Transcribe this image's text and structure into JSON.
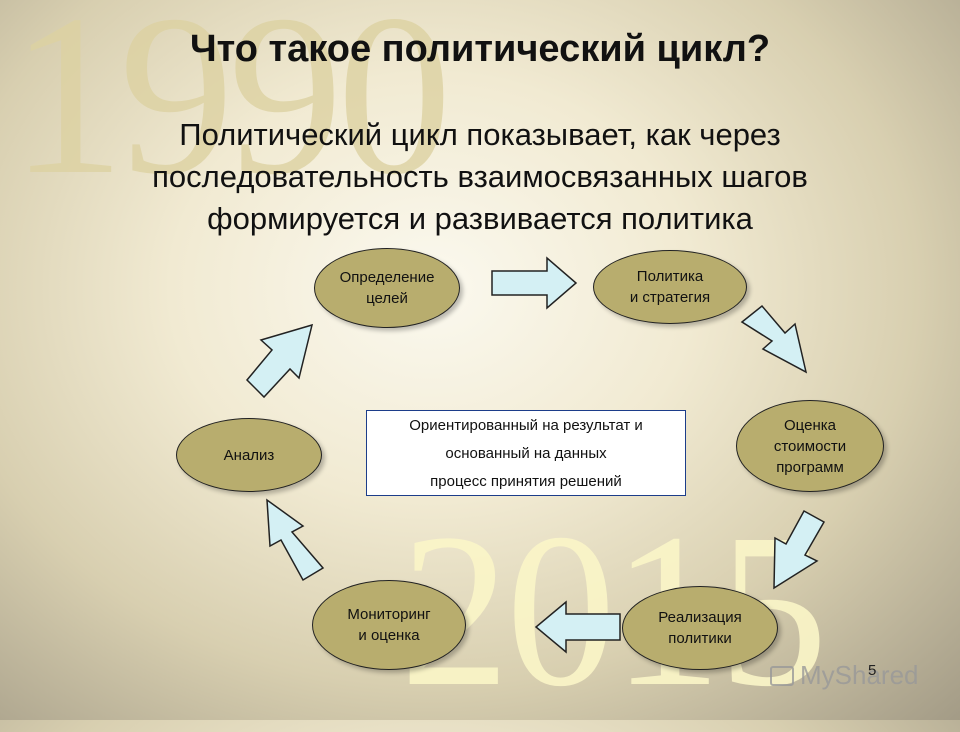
{
  "background": {
    "year_top": "1990",
    "year_bottom": "2015"
  },
  "title": "Что такое политический цикл?",
  "subtitle": "Политический цикл показывает, как через последовательность взаимосвязанных шагов формируется и развивается политика",
  "nodes": [
    {
      "label": "Определение\nцелей"
    },
    {
      "label": "Политика\nи стратегия"
    },
    {
      "label": "Оценка\nстоимости\nпрограмм"
    },
    {
      "label": "Реализация\nполитики"
    },
    {
      "label": "Мониторинг\nи оценка"
    },
    {
      "label": "Анализ"
    }
  ],
  "center": {
    "line1": "Ориентированный на результат и",
    "line2": "основанный на данных",
    "line3": "процесс принятия решений"
  },
  "watermark": "MyShared",
  "page_number": "5",
  "colors": {
    "node_fill": "#b8ad6e",
    "arrow_fill": "#d4f0f4",
    "center_border": "#1c3d8a"
  }
}
